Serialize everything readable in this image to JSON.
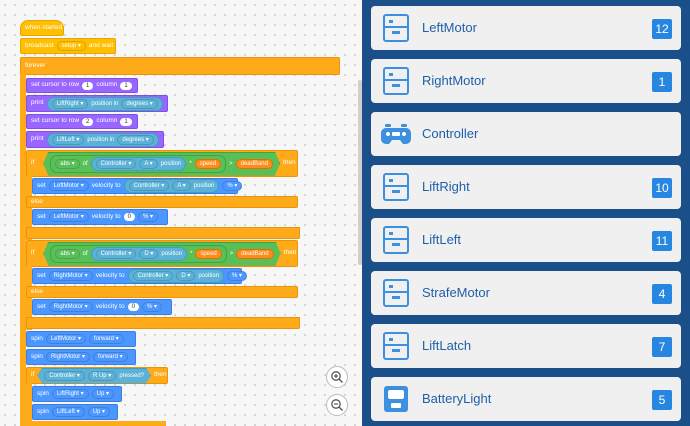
{
  "workspace": {
    "when_started": "when started",
    "broadcast": {
      "label": "broadcast",
      "message": "setup",
      "suffix": "and wait"
    },
    "forever": "forever",
    "row1": {
      "label": "set cursor to row",
      "row": "1",
      "col_label": "column",
      "col": "1"
    },
    "print1": {
      "label": "print",
      "device": "LiftRight",
      "mid": "position in",
      "unit": "degrees"
    },
    "row2": {
      "label": "set cursor to row",
      "row": "2",
      "col_label": "column",
      "col": "1"
    },
    "print2": {
      "label": "print",
      "device": "LiftLeft",
      "mid": "position in",
      "unit": "degrees"
    },
    "if1": {
      "if": "if",
      "abs": "abs",
      "of": "of",
      "controller": "Controller",
      "axis": "A",
      "position": "position",
      "times": "*",
      "speed": "speed",
      "gt": ">",
      "deadband": "deadBand",
      "then": "then"
    },
    "set1": {
      "label": "set",
      "motor": "LeftMotor",
      "velocity_to": "velocity to",
      "controller": "Controller",
      "axis": "A",
      "position": "position",
      "unit": "%"
    },
    "else1": "else",
    "set2": {
      "label": "set",
      "motor": "LeftMotor",
      "velocity_to": "velocity to",
      "value": "0",
      "unit": "%"
    },
    "if2": {
      "if": "if",
      "abs": "abs",
      "of": "of",
      "controller": "Controller",
      "axis": "D",
      "position": "position",
      "times": "*",
      "speed": "speed",
      "gt": ">",
      "deadband": "deadBand",
      "then": "then"
    },
    "set3": {
      "label": "set",
      "motor": "RightMotor",
      "velocity_to": "velocity to",
      "controller": "Controller",
      "axis": "D",
      "position": "position",
      "unit": "%"
    },
    "else2": "else",
    "set4": {
      "label": "set",
      "motor": "RightMotor",
      "velocity_to": "velocity to",
      "value": "0",
      "unit": "%"
    },
    "spin1": {
      "label": "spin",
      "motor": "LeftMotor",
      "dir": "forward"
    },
    "spin2": {
      "label": "spin",
      "motor": "RightMotor",
      "dir": "forward"
    },
    "if3": {
      "if": "if",
      "controller": "Controller",
      "button": "R Up",
      "pressed": "pressed?",
      "then": "then"
    },
    "spin3": {
      "label": "spin",
      "motor": "LiftRight",
      "dir": "Up"
    },
    "spin4": {
      "label": "spin",
      "motor": "LiftLeft",
      "dir": "Up"
    },
    "zoom_in": "+",
    "zoom_out": "−"
  },
  "devices": [
    {
      "name": "LeftMotor",
      "port": "12",
      "icon": "motor-icon"
    },
    {
      "name": "RightMotor",
      "port": "1",
      "icon": "motor-icon"
    },
    {
      "name": "Controller",
      "port": "",
      "icon": "controller-icon"
    },
    {
      "name": "LiftRight",
      "port": "10",
      "icon": "motor-icon"
    },
    {
      "name": "LiftLeft",
      "port": "11",
      "icon": "motor-icon"
    },
    {
      "name": "StrafeMotor",
      "port": "4",
      "icon": "motor-icon"
    },
    {
      "name": "LiftLatch",
      "port": "7",
      "icon": "motor-icon"
    },
    {
      "name": "BatteryLight",
      "port": "5",
      "icon": "light-icon"
    }
  ],
  "colors": {
    "panel_bg": "#1b4f8a",
    "device_name": "#1e5fa8",
    "port_badge": "#2787e0",
    "events": "#ffbf00",
    "control": "#ffab19",
    "looks": "#9966ff",
    "motion": "#4c97ff",
    "sensing": "#5cb1d6",
    "operators": "#59c059",
    "variables": "#ff8c1a"
  }
}
